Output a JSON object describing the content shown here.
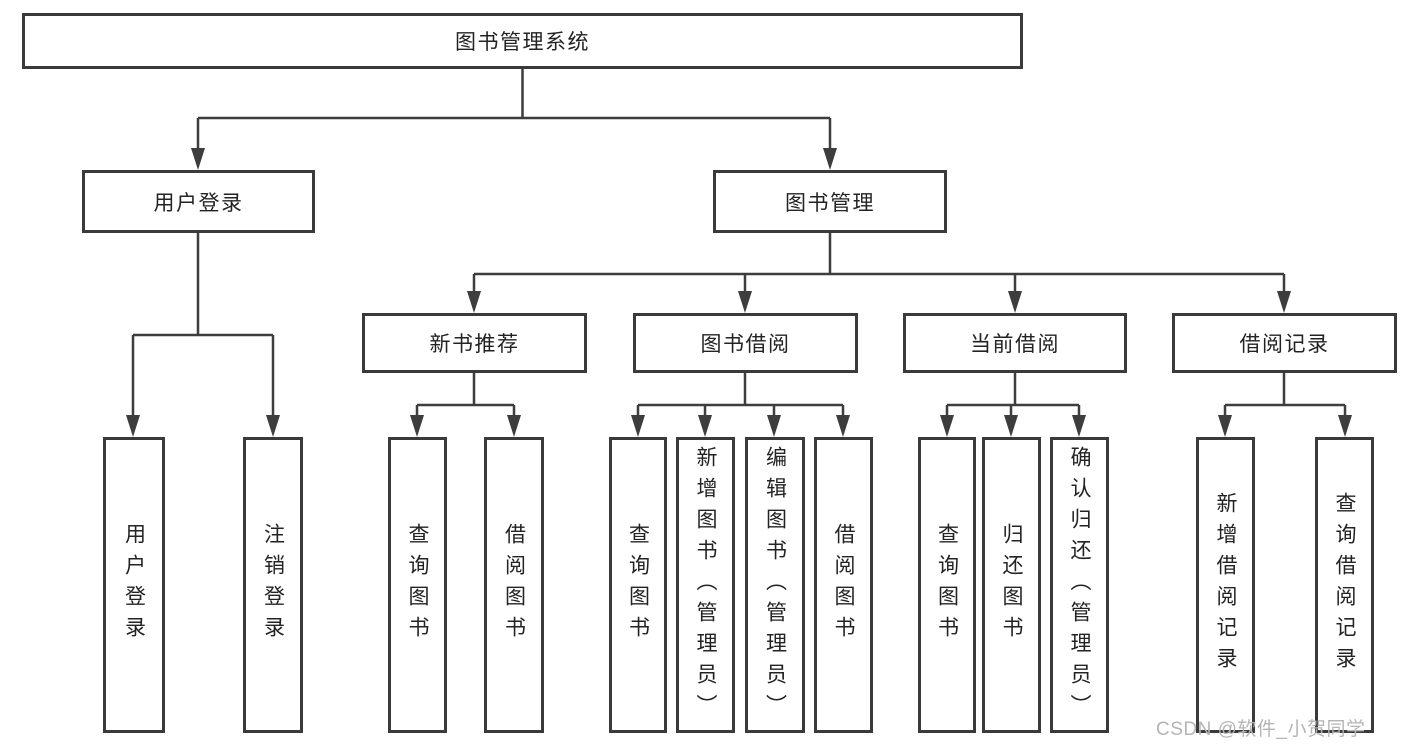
{
  "diagram_title": "图书管理系统",
  "tree": {
    "root": {
      "label": "图书管理系统",
      "children": [
        {
          "label": "用户登录",
          "children": [
            {
              "label": "用户登录"
            },
            {
              "label": "注销登录"
            }
          ]
        },
        {
          "label": "图书管理",
          "children": [
            {
              "label": "新书推荐",
              "children": [
                {
                  "label": "查询图书"
                },
                {
                  "label": "借阅图书"
                }
              ]
            },
            {
              "label": "图书借阅",
              "children": [
                {
                  "label": "查询图书"
                },
                {
                  "label": "新增图书（管理员）"
                },
                {
                  "label": "编辑图书（管理员）"
                },
                {
                  "label": "借阅图书"
                }
              ]
            },
            {
              "label": "当前借阅",
              "children": [
                {
                  "label": "查询图书"
                },
                {
                  "label": "归还图书"
                },
                {
                  "label": "确认归还（管理员）"
                }
              ]
            },
            {
              "label": "借阅记录",
              "children": [
                {
                  "label": "新增借阅记录"
                },
                {
                  "label": "查询借阅记录"
                }
              ]
            }
          ]
        }
      ]
    }
  },
  "watermark": {
    "text": "CSDN @软件_小贺同学"
  },
  "colors": {
    "line": "#3d3d3d",
    "box_border": "#3a3a3a",
    "text": "#232323",
    "watermark": "#b5b5b5",
    "background": "#ffffff"
  }
}
